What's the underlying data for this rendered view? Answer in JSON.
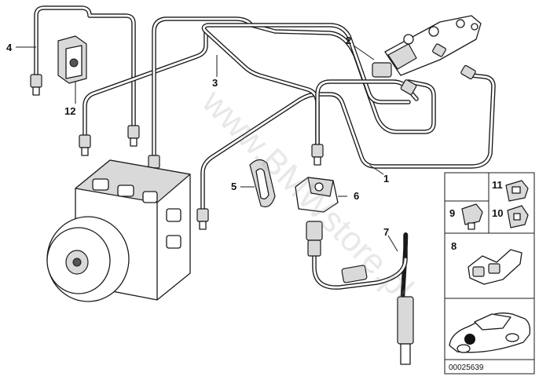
{
  "callouts": {
    "c1": "1",
    "c2": "2",
    "c3": "3",
    "c4": "4",
    "c5": "5",
    "c6": "6",
    "c7": "7",
    "c8": "8",
    "c9": "9",
    "c10": "10",
    "c11": "11",
    "c12": "12"
  },
  "watermark": "www.BMWstore.pl",
  "diagram_code": "00025639"
}
